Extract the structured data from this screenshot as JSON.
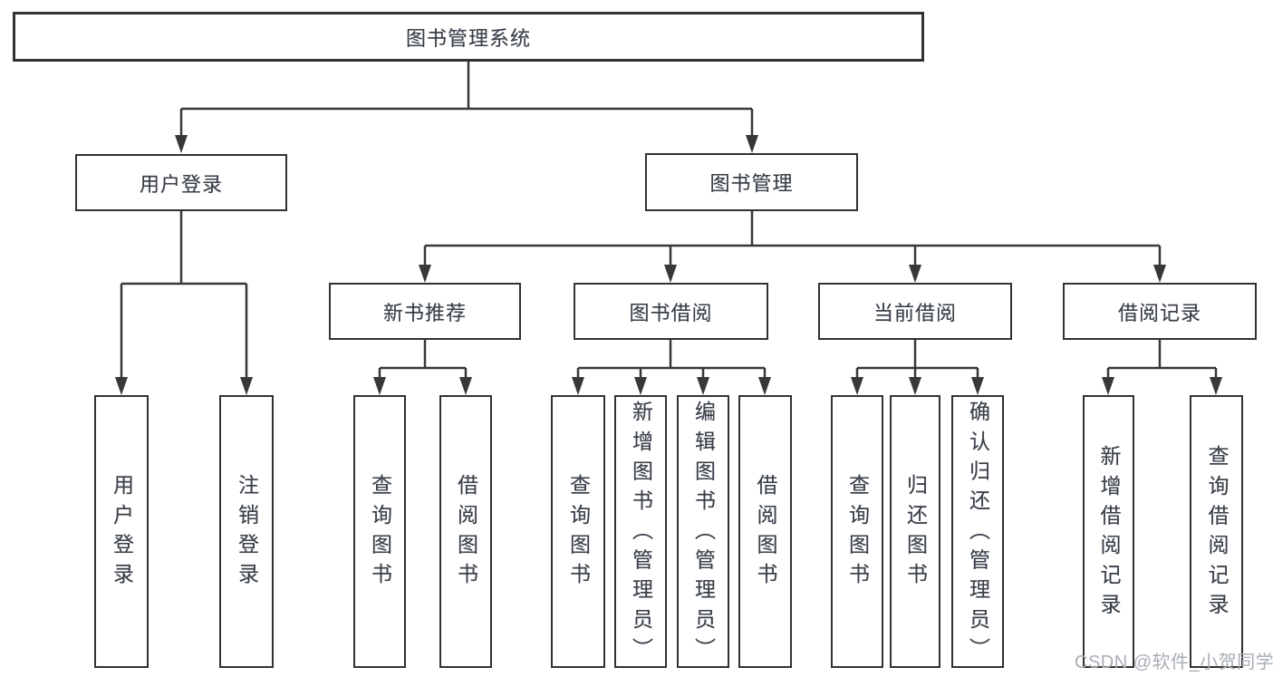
{
  "diagram_title": "图书管理系统",
  "tree": {
    "root": {
      "label": "图书管理系统"
    },
    "children": [
      {
        "label": "用户登录",
        "children": [
          {
            "label": "用户登录"
          },
          {
            "label": "注销登录"
          }
        ]
      },
      {
        "label": "图书管理",
        "children": [
          {
            "label": "新书推荐",
            "children": [
              {
                "label": "查询图书"
              },
              {
                "label": "借阅图书"
              }
            ]
          },
          {
            "label": "图书借阅",
            "children": [
              {
                "label": "查询图书"
              },
              {
                "label": "新增图书（管理员）"
              },
              {
                "label": "编辑图书（管理员）"
              },
              {
                "label": "借阅图书"
              }
            ]
          },
          {
            "label": "当前借阅",
            "children": [
              {
                "label": "查询图书"
              },
              {
                "label": "归还图书"
              },
              {
                "label": "确认归还（管理员）"
              }
            ]
          },
          {
            "label": "借阅记录",
            "children": [
              {
                "label": "新增借阅记录"
              },
              {
                "label": "查询借阅记录"
              }
            ]
          }
        ]
      }
    ]
  },
  "watermark": {
    "text": "CSDN @软件_小贺同学",
    "color": "#a9aeb5"
  },
  "colors": {
    "line": "#383838",
    "box_border": "#323232",
    "text": "#3c4147",
    "background": "#ffffff"
  }
}
